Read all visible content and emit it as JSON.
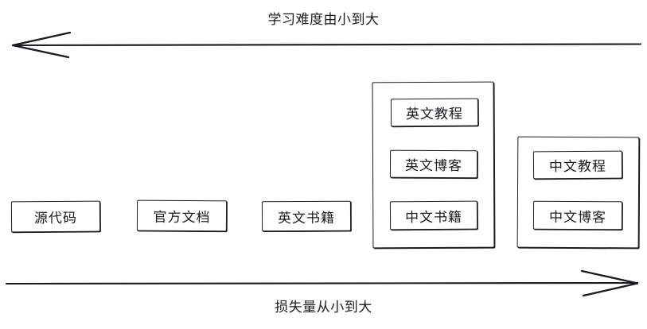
{
  "diagram": {
    "top_axis": {
      "label": "学习难度由小到大",
      "direction": "left",
      "arrow_name": "difficulty-axis-arrow"
    },
    "bottom_axis": {
      "label": "损失量从小到大",
      "direction": "right",
      "arrow_name": "loss-axis-arrow"
    },
    "standalone_nodes": [
      {
        "label": "源代码"
      },
      {
        "label": "官方文档"
      },
      {
        "label": "英文书籍"
      }
    ],
    "groups": [
      {
        "name": "english-tutorial-group",
        "nodes": [
          {
            "label": "英文教程"
          },
          {
            "label": "英文博客"
          },
          {
            "label": "中文书籍"
          }
        ]
      },
      {
        "name": "chinese-tutorial-group",
        "nodes": [
          {
            "label": "中文教程"
          },
          {
            "label": "中文博客"
          }
        ]
      }
    ],
    "colors": {
      "stroke": "#1b1b1f",
      "background": "#ffffff"
    }
  }
}
